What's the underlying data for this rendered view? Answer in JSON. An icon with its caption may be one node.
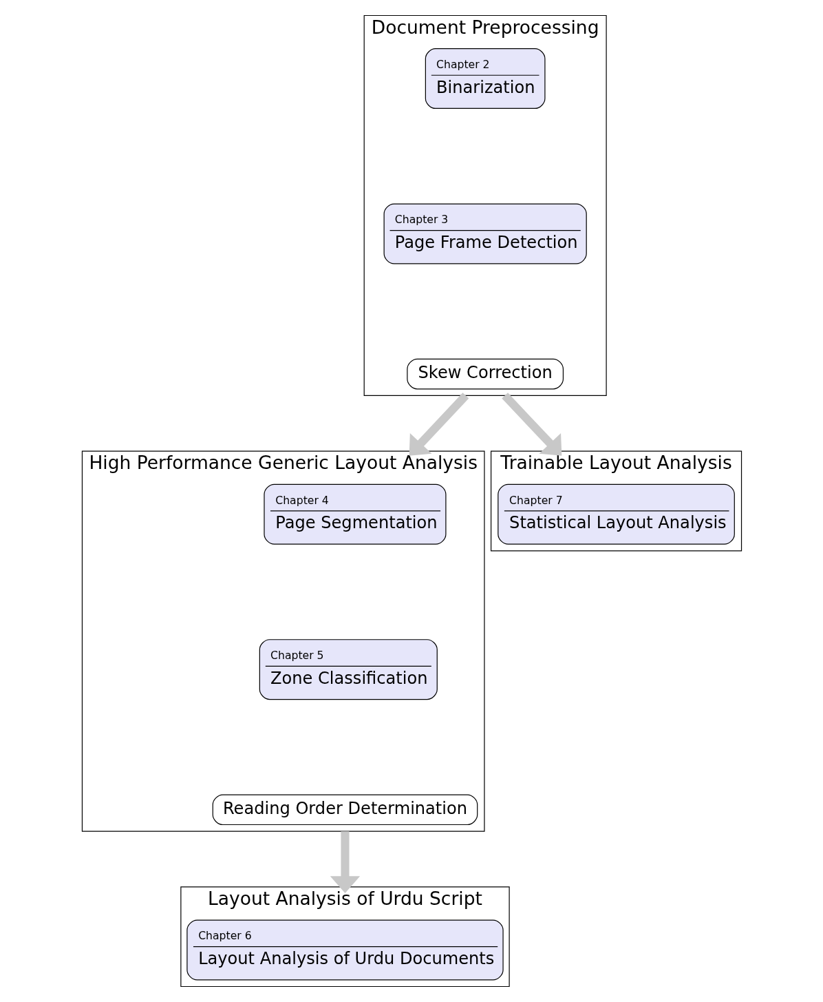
{
  "diagram": {
    "nodes": [
      {
        "text": [
          "Document Preprocessing"
        ]
      },
      {
        "text": [
          "Chapter 2",
          "Binarization"
        ],
        "in": 0
      },
      {
        "text": [
          "Chapter 3",
          "Page Frame Detection"
        ],
        "in": 0
      },
      {
        "text": [
          "Skew Correction"
        ],
        "in": 0
      },
      {
        "text": [
          "High Performance Generic Layout Analysis"
        ]
      },
      {
        "text": [
          "Chapter 4",
          "Page Segmentation"
        ],
        "in": 4
      },
      {
        "text": [
          "Chapter 5",
          "Zone Classification"
        ],
        "in": 4
      },
      {
        "text": [
          "Reading Order Determination"
        ],
        "in": 4
      },
      {
        "text": [
          "Trainable Layout Analysis"
        ]
      },
      {
        "text": [
          "Chapter 7",
          "Statistical Layout Analysis"
        ],
        "in": 8
      },
      {
        "text": [
          "Layout Analysis of Urdu Script"
        ]
      },
      {
        "text": [
          "Chapter 6",
          "Layout Analysis of Urdu Documents"
        ],
        "in": 10
      }
    ],
    "edges": [
      {
        "from": 0,
        "to": 4,
        "arrow": "to"
      },
      {
        "from": 0,
        "to": 8,
        "arrow": "to"
      },
      {
        "from": 4,
        "to": 10,
        "arrow": "to"
      }
    ]
  }
}
